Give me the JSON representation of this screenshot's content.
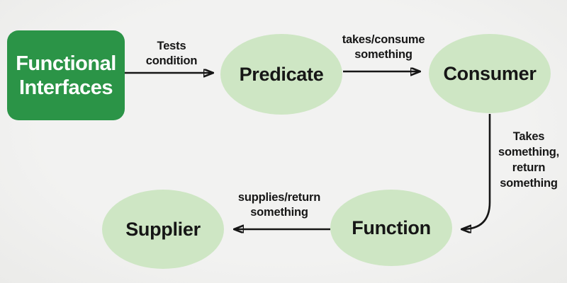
{
  "colors": {
    "background": "#f2f2f1",
    "root_fill": "#2b9447",
    "root_text": "#ffffff",
    "node_fill": "#cee6c4",
    "node_text": "#161616",
    "arrow": "#161616"
  },
  "root": {
    "label": "Functional Interfaces"
  },
  "nodes": [
    {
      "id": "predicate",
      "label": "Predicate"
    },
    {
      "id": "consumer",
      "label": "Consumer"
    },
    {
      "id": "function",
      "label": "Function"
    },
    {
      "id": "supplier",
      "label": "Supplier"
    }
  ],
  "edges": [
    {
      "from": "root",
      "to": "predicate",
      "label": "Tests condition"
    },
    {
      "from": "predicate",
      "to": "consumer",
      "label": "takes/consume something"
    },
    {
      "from": "consumer",
      "to": "function",
      "label": "Takes something, return something"
    },
    {
      "from": "function",
      "to": "supplier",
      "label": "supplies/return something"
    }
  ]
}
